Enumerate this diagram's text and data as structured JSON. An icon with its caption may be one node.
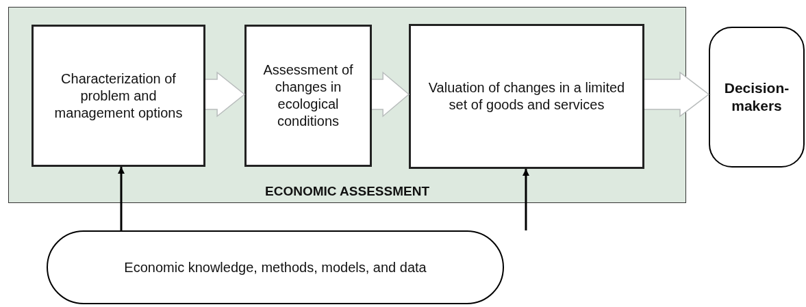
{
  "diagram": {
    "nodes": [
      {
        "text": [
          "ECONOMIC ASSESSMENT"
        ]
      },
      {
        "text": [
          "Characterization of problem and management options"
        ],
        "in": 0
      },
      {
        "text": [
          "Assessment of changes in ecological conditions"
        ],
        "in": 0
      },
      {
        "text": [
          "Valuation of changes in a limited set of goods and services"
        ],
        "in": 0
      },
      {
        "text": [
          "Decision-makers"
        ]
      },
      {
        "text": [
          "Economic knowledge, methods, models, and data"
        ]
      }
    ],
    "edges": [
      {
        "from": 1,
        "to": 2,
        "arrow": "to",
        "style": "thick"
      },
      {
        "from": 2,
        "to": 3,
        "arrow": "to",
        "style": "thick"
      },
      {
        "from": 3,
        "to": 4,
        "arrow": "to",
        "style": "thick"
      },
      {
        "from": 5,
        "to": 1,
        "arrow": "to"
      },
      {
        "from": 5,
        "to": 3,
        "arrow": "to"
      }
    ]
  }
}
